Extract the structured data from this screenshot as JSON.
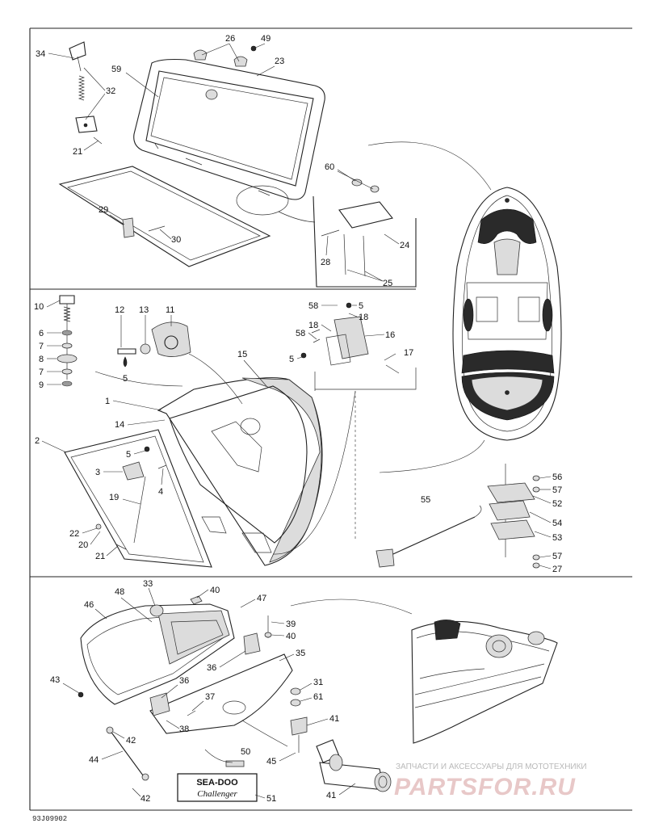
{
  "doc_id": "93J09902",
  "watermark": {
    "tagline": "ЗАПЧАСТИ И АКСЕССУАРЫ ДЛЯ МОТОТЕХНИКИ",
    "logo": "PARTSFOR.RU"
  },
  "brand_decal": {
    "brand": "SEA-DOO",
    "model": "Challenger"
  },
  "callouts": {
    "c34": "34",
    "c26": "26",
    "c49": "49",
    "c23": "23",
    "c59": "59",
    "c32": "32",
    "c21a": "21",
    "c60": "60",
    "c29": "29",
    "c30": "30",
    "c24": "24",
    "c28": "28",
    "c25": "25",
    "c10": "10",
    "c12": "12",
    "c13": "13",
    "c11": "11",
    "c58a": "58",
    "c5a": "5",
    "c18a": "18",
    "c6": "6",
    "c7a": "7",
    "c8": "8",
    "c7b": "7",
    "c9": "9",
    "c5b": "5",
    "c15": "15",
    "c58b": "58",
    "c18b": "18",
    "c16": "16",
    "c5c": "5",
    "c17": "17",
    "c1": "1",
    "c14": "14",
    "c2": "2",
    "c5d": "5",
    "c3": "3",
    "c4": "4",
    "c19": "19",
    "c22": "22",
    "c20": "20",
    "c21b": "21",
    "c55": "55",
    "c56": "56",
    "c57a": "57",
    "c52": "52",
    "c54": "54",
    "c53": "53",
    "c57b": "57",
    "c27": "27",
    "c33": "33",
    "c40a": "40",
    "c47": "47",
    "c48": "48",
    "c46": "46",
    "c39": "39",
    "c40b": "40",
    "c35": "35",
    "c36a": "36",
    "c43": "43",
    "c36b": "36",
    "c37": "37",
    "c31": "31",
    "c61": "61",
    "c38": "38",
    "c41a": "41",
    "c42a": "42",
    "c50": "50",
    "c44": "44",
    "c45": "45",
    "c42b": "42",
    "c51": "51",
    "c41b": "41"
  }
}
